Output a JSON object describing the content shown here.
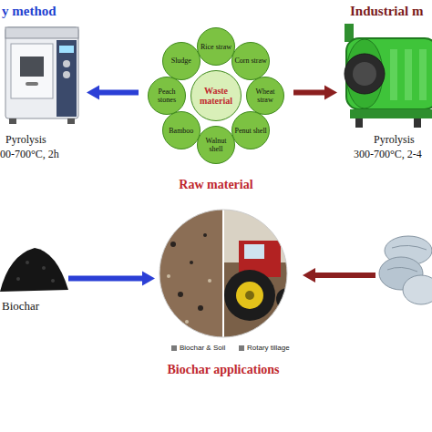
{
  "diagram": {
    "nodes": [
      {
        "text": [
          "y method",
          "Pyrolysis",
          "00-700°C, 2h"
        ]
      },
      {
        "text": [
          "Raw material"
        ]
      },
      {
        "text": [
          "Waste material"
        ],
        "in": 1
      },
      {
        "text": [
          "Rice straw"
        ],
        "in": 1
      },
      {
        "text": [
          "Corn straw"
        ],
        "in": 1
      },
      {
        "text": [
          "Wheat straw"
        ],
        "in": 1
      },
      {
        "text": [
          "Penut shell"
        ],
        "in": 1
      },
      {
        "text": [
          "Walnut shell"
        ],
        "in": 1
      },
      {
        "text": [
          "Bamboo"
        ],
        "in": 1
      },
      {
        "text": [
          "Peach stones"
        ],
        "in": 1
      },
      {
        "text": [
          "Sludge"
        ],
        "in": 1
      },
      {
        "text": [
          "Industrial m",
          "Pyrolysis",
          "300-700°C, 2-4"
        ]
      },
      {
        "text": [
          "Biochar"
        ]
      },
      {
        "text": [
          "Biochar applications"
        ]
      }
    ],
    "edges": [
      {
        "from": 1,
        "to": 0,
        "arrow": "to"
      },
      {
        "from": 1,
        "to": 11,
        "arrow": "to"
      },
      {
        "from": 12,
        "to": 13,
        "arrow": "to"
      }
    ],
    "legend": [
      {
        "text": "Biochar & Soil",
        "color": "#7a7a7a"
      },
      {
        "text": "Rotary tillage",
        "color": "#7a7a7a"
      }
    ]
  }
}
